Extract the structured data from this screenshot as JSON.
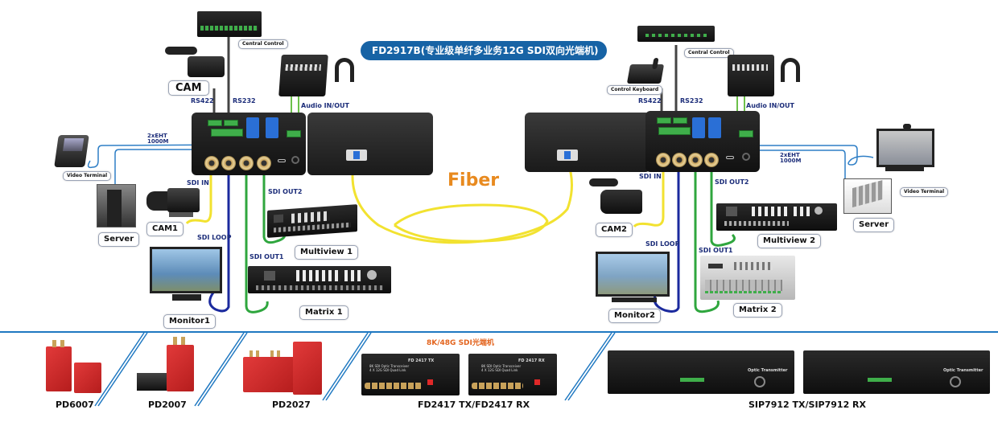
{
  "title": "FD2917B(专业级单纤多业务12G SDI双向光端机)",
  "fiber_label": "Fiber",
  "left_side": {
    "central_control": "Central Control",
    "cam": "CAM",
    "rs422": "RS422",
    "rs232": "RS232",
    "audio": "Audio IN/OUT",
    "eth": [
      "2xEHT",
      "1000M"
    ],
    "video_terminal": "Video Terminal",
    "server": "Server",
    "sdi_in": "SDI IN",
    "cam1": "CAM1",
    "sdi_loop": "SDI LOOP",
    "sdi_out2": "SDI OUT2",
    "sdi_out1": "SDI OUT1",
    "multiview": "Multiview 1",
    "matrix": "Matrix 1",
    "monitor": "Monitor1"
  },
  "right_side": {
    "central_control": "Central Control",
    "control_keyboard": "Control Keyboard",
    "rs422": "RS422",
    "rs232": "RS232",
    "audio": "Audio IN/OUT",
    "eth": [
      "2xEHT",
      "1000M"
    ],
    "video_terminal": "Video Terminal",
    "server": "Server",
    "sdi_in": "SDI IN",
    "cam2": "CAM2",
    "sdi_loop": "SDI LOOP",
    "sdi_out2": "SDI OUT2",
    "sdi_out1": "SDI OUT1",
    "multiview": "Multiview 2",
    "matrix": "Matrix 2",
    "monitor": "Monitor2"
  },
  "products": {
    "pd6007": "PD6007",
    "pd2007": "PD2007",
    "pd2027": "PD2027",
    "fd2417_subtitle": "8K/48G SDI光端机",
    "fd2417": "FD2417 TX/FD2417 RX",
    "fd2417_panel": [
      "FD 2417 TX",
      "FD 2417 RX"
    ],
    "fd2417_desc": [
      "8K SDI Optic Transceiver",
      "4 X 12G SDI Quad Link"
    ],
    "sip7912": "SIP7912 TX/SIP7912 RX",
    "sip7912_panel": "Optic Transmitter"
  },
  "colors": {
    "banner": "#1763a5",
    "fiber": "#e88a1f",
    "label_blue": "#1d2e7a",
    "divider": "#1f78c1",
    "sdi_in_cable": "#f2e230",
    "sdi_loop_cable": "#1b2a9e",
    "sdi_out_cable": "#2fa63e",
    "eth_cable": "#2f7fc6"
  }
}
